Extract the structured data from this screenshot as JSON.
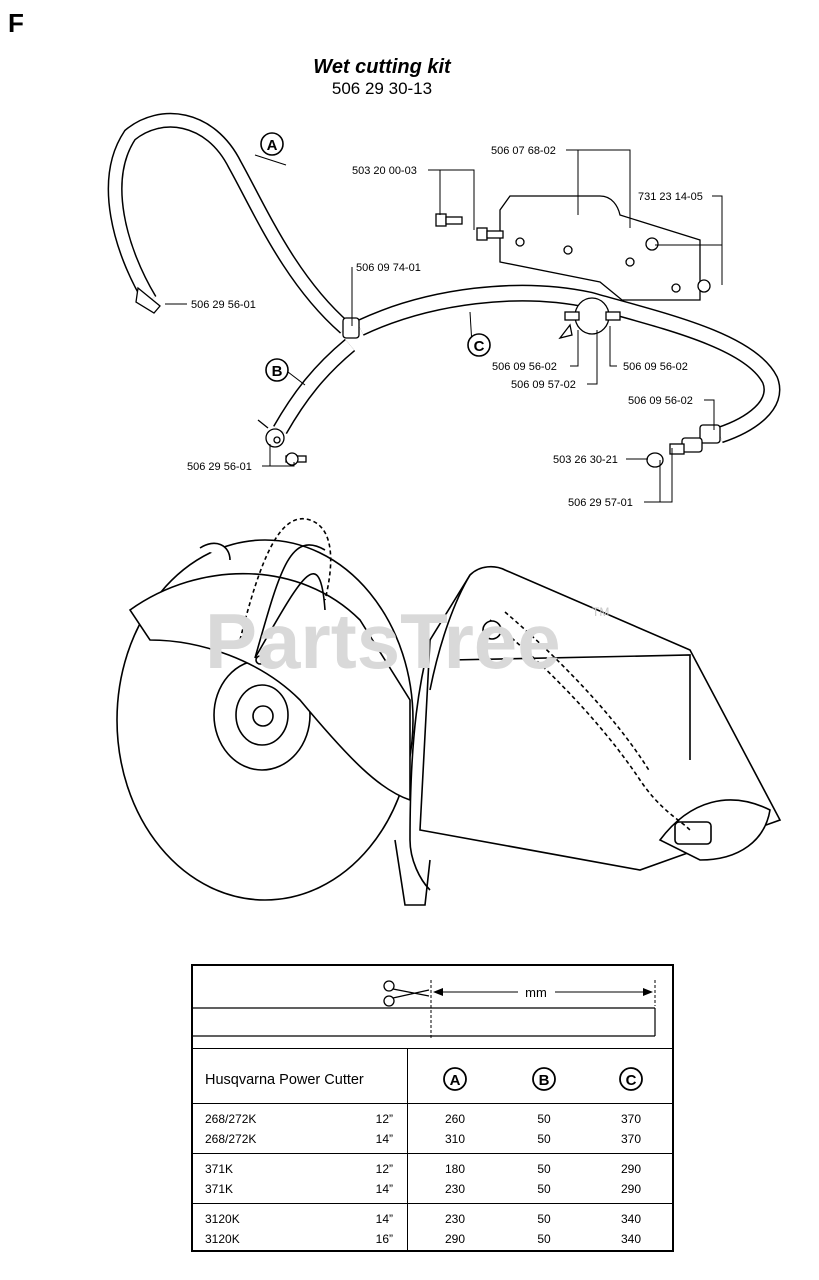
{
  "section_letter": "F",
  "title": "Wet cutting kit",
  "kit_part_number": "506 29 30-13",
  "callouts": {
    "a": "A",
    "b": "B",
    "c": "C"
  },
  "part_labels": {
    "p1": "503 20 00-03",
    "p2": "506 07 68-02",
    "p3": "731 23 14-05",
    "p4": "506 09 74-01",
    "p5": "506 29 56-01",
    "p6": "506 29 56-01",
    "p7": "506 09 56-02",
    "p8": "506 09 57-02",
    "p9": "506 09 56-02",
    "p10": "506 09 56-02",
    "p11": "503 26 30-21",
    "p12": "506 29 57-01"
  },
  "watermark": {
    "text": "PartsTree",
    "tm": "TM"
  },
  "table": {
    "measure_label": "mm",
    "header": {
      "product": "Husqvarna Power Cutter",
      "col_a": "A",
      "col_b": "B",
      "col_c": "C"
    },
    "groups": [
      {
        "rows": [
          {
            "model": "268/272K",
            "size": "12”",
            "a": "260",
            "b": "50",
            "c": "370"
          },
          {
            "model": "268/272K",
            "size": "14”",
            "a": "310",
            "b": "50",
            "c": "370"
          }
        ]
      },
      {
        "rows": [
          {
            "model": "371K",
            "size": "12”",
            "a": "180",
            "b": "50",
            "c": "290"
          },
          {
            "model": "371K",
            "size": "14”",
            "a": "230",
            "b": "50",
            "c": "290"
          }
        ]
      },
      {
        "rows": [
          {
            "model": "3120K",
            "size": "14”",
            "a": "230",
            "b": "50",
            "c": "340"
          },
          {
            "model": "3120K",
            "size": "16”",
            "a": "290",
            "b": "50",
            "c": "340"
          }
        ]
      }
    ]
  }
}
